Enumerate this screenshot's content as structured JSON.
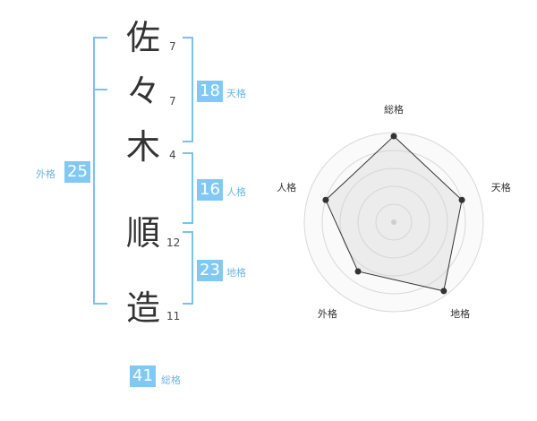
{
  "name": {
    "chars": [
      {
        "char": "佐",
        "strokes": "7"
      },
      {
        "char": "々",
        "strokes": "7"
      },
      {
        "char": "木",
        "strokes": "4"
      },
      {
        "char": "順",
        "strokes": "12"
      },
      {
        "char": "造",
        "strokes": "11"
      }
    ]
  },
  "fortunes": {
    "tenkaku": {
      "value": "18",
      "label": "天格"
    },
    "jinkaku": {
      "value": "16",
      "label": "人格"
    },
    "chikaku": {
      "value": "23",
      "label": "地格"
    },
    "gaikaku": {
      "value": "25",
      "label": "外格"
    },
    "soukaku": {
      "value": "41",
      "label": "総格"
    }
  },
  "colors": {
    "accent": "#81c9f3",
    "bracket": "#76c3f0"
  },
  "chart_data": {
    "type": "radar",
    "axes": [
      "総格",
      "天格",
      "地格",
      "外格",
      "人格"
    ],
    "values": [
      0.96,
      0.8,
      0.95,
      0.68,
      0.8
    ],
    "range": [
      0,
      1
    ],
    "grid": true
  }
}
